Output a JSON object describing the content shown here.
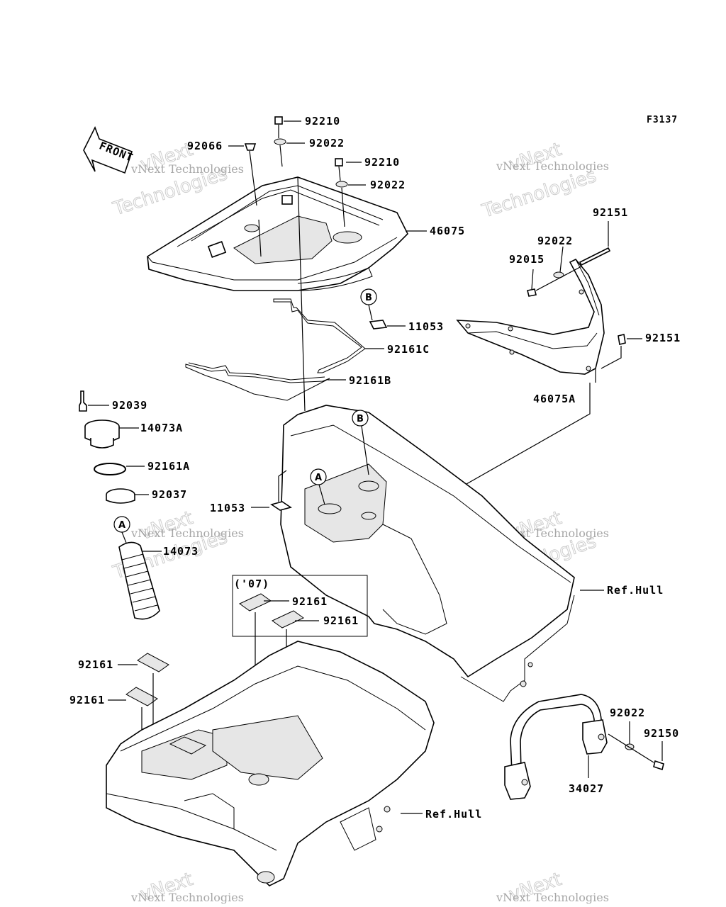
{
  "figure_code": "F3137",
  "front_arrow_label": "FRONT",
  "watermark": {
    "line1": "vNext Technologies",
    "line2": "vNext",
    "line3": "Technologies"
  },
  "callouts": {
    "A": "A",
    "B": "B"
  },
  "era_box_label": "('07)",
  "parts": {
    "p92210a": "92210",
    "p92022a": "92022",
    "p92066": "92066",
    "p92210b": "92210",
    "p92022b": "92022",
    "p46075": "46075",
    "p11053a": "11053",
    "p92161c": "92161C",
    "p92161b": "92161B",
    "p92151a": "92151",
    "p92022c": "92022",
    "p92015": "92015",
    "p92151b": "92151",
    "p46075a": "46075A",
    "p92039": "92039",
    "p14073a": "14073A",
    "p92161a": "92161A",
    "p92037": "92037",
    "p11053b": "11053",
    "p14073": "14073",
    "p92161_1": "92161",
    "p92161_2": "92161",
    "p92161_3": "92161",
    "p92161_4": "92161",
    "p_refhull1": "Ref.Hull",
    "p_refhull2": "Ref.Hull",
    "p92022d": "92022",
    "p92150": "92150",
    "p34027": "34027"
  }
}
